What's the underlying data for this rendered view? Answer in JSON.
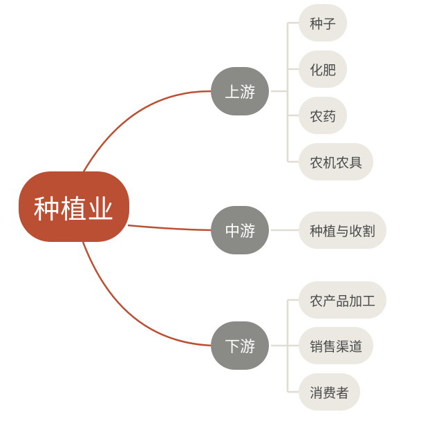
{
  "root": {
    "label": "种植业"
  },
  "branches": [
    {
      "label": "上游",
      "children": [
        "种子",
        "化肥",
        "农药",
        "农机农具"
      ]
    },
    {
      "label": "中游",
      "children": [
        "种植与收割"
      ]
    },
    {
      "label": "下游",
      "children": [
        "农产品加工",
        "销售渠道",
        "消费者"
      ]
    }
  ],
  "colors": {
    "root_fill": "#bb4f33",
    "root_connector": "#bb4f33",
    "branch_fill": "#8a8a86",
    "leaf_fill": "#ebe9e2",
    "leaf_connector": "#dedcd3"
  }
}
